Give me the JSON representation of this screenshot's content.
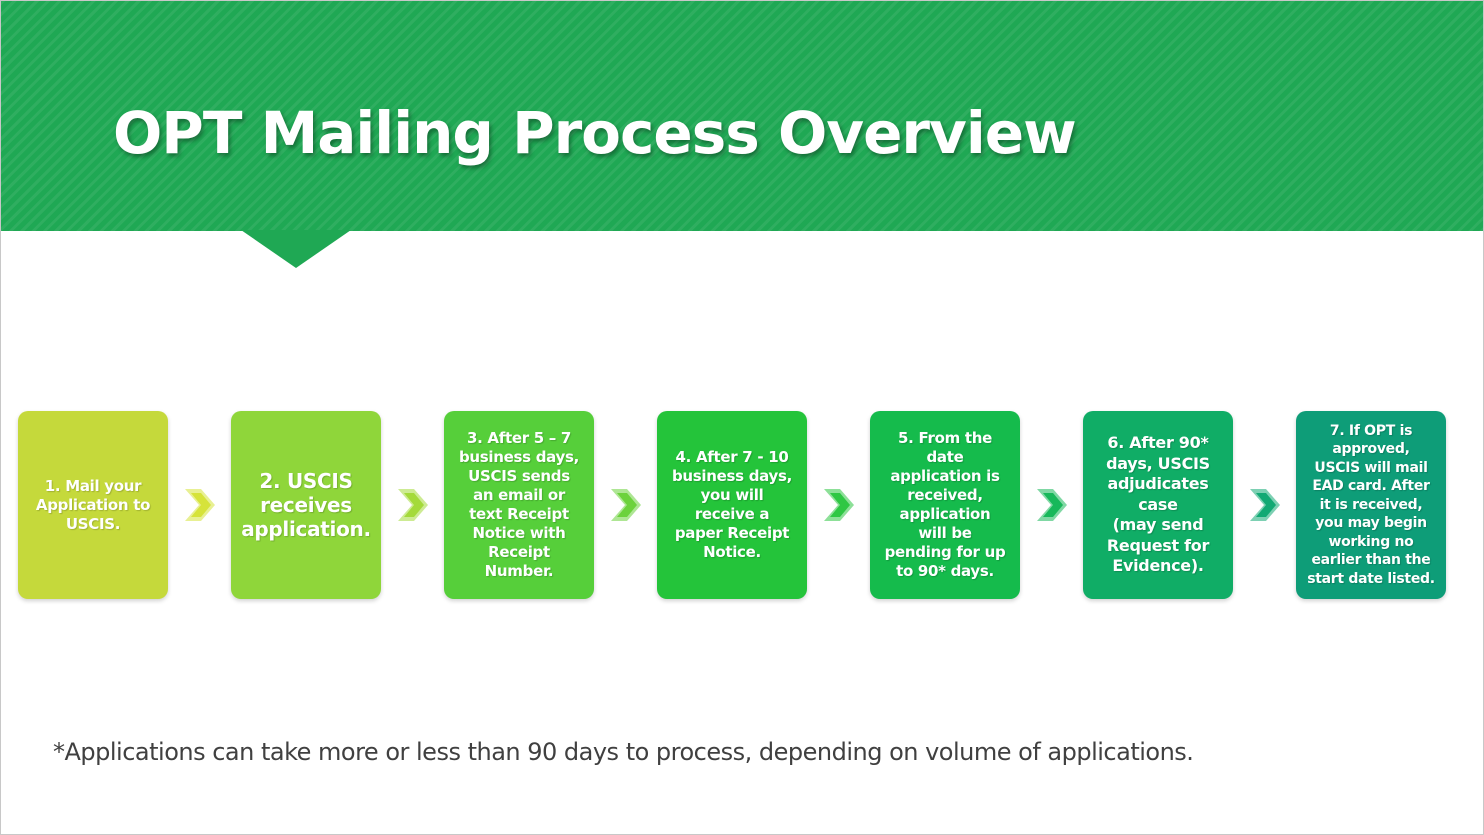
{
  "slide": {
    "title": "OPT Mailing Process Overview",
    "footnote": "*Applications can take more or less than 90 days to process, depending on volume of applications."
  },
  "colors": {
    "header": "#1fa854",
    "step_1": "#c5d93b",
    "step_2": "#8fd63a",
    "step_3": "#56cf3a",
    "step_4": "#24c43a",
    "step_5": "#15bb4c",
    "step_6": "#10ad66",
    "step_7": "#0e9d78"
  },
  "steps": [
    {
      "text": "1. Mail your\nApplication to\nUSCIS."
    },
    {
      "text": "2. USCIS\nreceives\napplication."
    },
    {
      "text": "3. After 5 – 7\nbusiness days,\nUSCIS sends\nan email or\ntext Receipt\nNotice with\nReceipt\nNumber."
    },
    {
      "text": "4.  After 7 - 10\nbusiness days,\nyou will\nreceive a\npaper Receipt\nNotice."
    },
    {
      "text": "5. From the\ndate\napplication is\nreceived,\napplication\nwill be\npending for up\nto 90* days."
    },
    {
      "text": "6. After 90*\ndays, USCIS\nadjudicates\ncase\n(may send\nRequest for\nEvidence)."
    },
    {
      "text": "7. If OPT is\napproved,\nUSCIS will mail\nEAD card. After\nit is received,\nyou may begin\nworking no\nearlier than the\nstart date listed."
    }
  ],
  "arrows": [
    {
      "icon": "chevron-arrow-right-icon",
      "color": "#d6e33a"
    },
    {
      "icon": "chevron-arrow-right-icon",
      "color": "#a4da3a"
    },
    {
      "icon": "chevron-arrow-right-icon",
      "color": "#6cd23c"
    },
    {
      "icon": "chevron-arrow-right-icon",
      "color": "#2fc744"
    },
    {
      "icon": "chevron-arrow-right-icon",
      "color": "#17b85a"
    },
    {
      "icon": "chevron-arrow-right-icon",
      "color": "#12a974"
    }
  ]
}
